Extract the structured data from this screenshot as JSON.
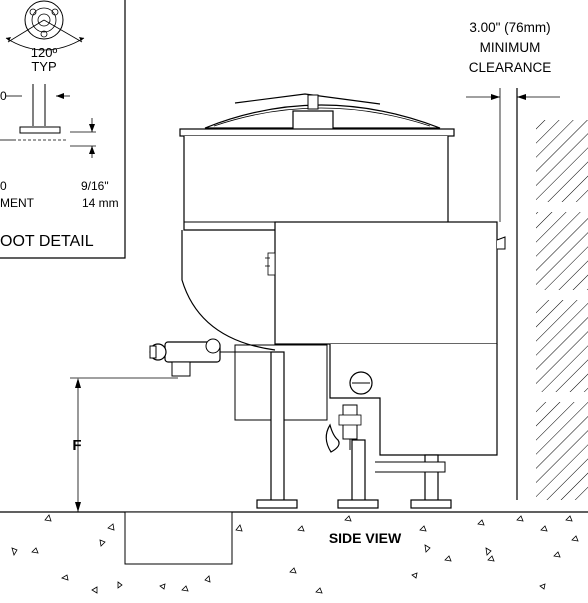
{
  "foot_detail": {
    "angle_label": "120º",
    "angle_sub": "TYP",
    "partial_left_label": "0",
    "gap_inch": "9/16\"",
    "gap_mm": "14 mm",
    "adjust_partial_top": "0",
    "adjust_partial_bottom": "MENT",
    "title_partial": "OOT DETAIL"
  },
  "clearance": {
    "line1": "3.00\" (76mm)",
    "line2": "MINIMUM",
    "line3": "CLEARANCE"
  },
  "dimension_f": "F",
  "view_title": "SIDE VIEW"
}
